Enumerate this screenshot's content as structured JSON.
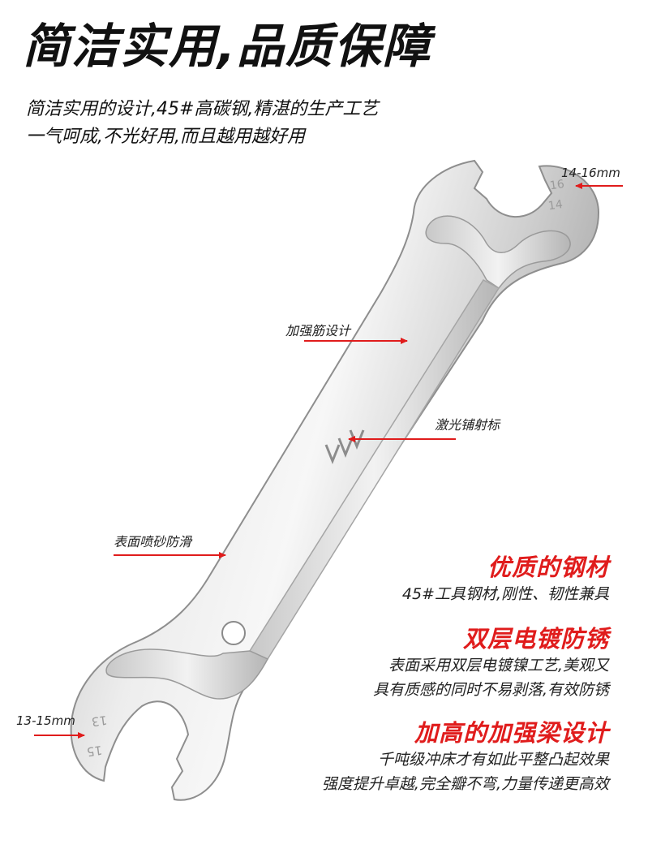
{
  "headline": "简洁实用,品质保障",
  "intro": {
    "line1": "简洁实用的设计,45#高碳钢,精湛的生产工艺",
    "line2": "一气呵成,不光好用,而且越用越好用"
  },
  "wrench": {
    "top_jaw_size": "14-16mm",
    "bottom_jaw_size": "13-15mm",
    "top_stamp_upper": "16",
    "top_stamp_lower": "14",
    "bottom_stamp_upper": "13",
    "bottom_stamp_lower": "15"
  },
  "callouts": {
    "rib": "加强筋设计",
    "laser": "激光铺射标",
    "sandblast": "表面喷砂防滑"
  },
  "features": [
    {
      "title": "优质的钢材",
      "lines": [
        "45#工具钢材,刚性、韧性兼具"
      ]
    },
    {
      "title": "双层电镀防锈",
      "lines": [
        "表面采用双层电镀镍工艺,美观又",
        "具有质感的同时不易剥落,有效防锈"
      ]
    },
    {
      "title": "加高的加强梁设计",
      "lines": [
        "千吨级冲床才有如此平整凸起效果",
        "强度提升卓越,完全瓣不弯,力量传递更高效"
      ]
    }
  ],
  "colors": {
    "accent_red": "#e01c1c",
    "steel_light": "#e6e6e6",
    "steel_dark": "#8e8e8e"
  }
}
